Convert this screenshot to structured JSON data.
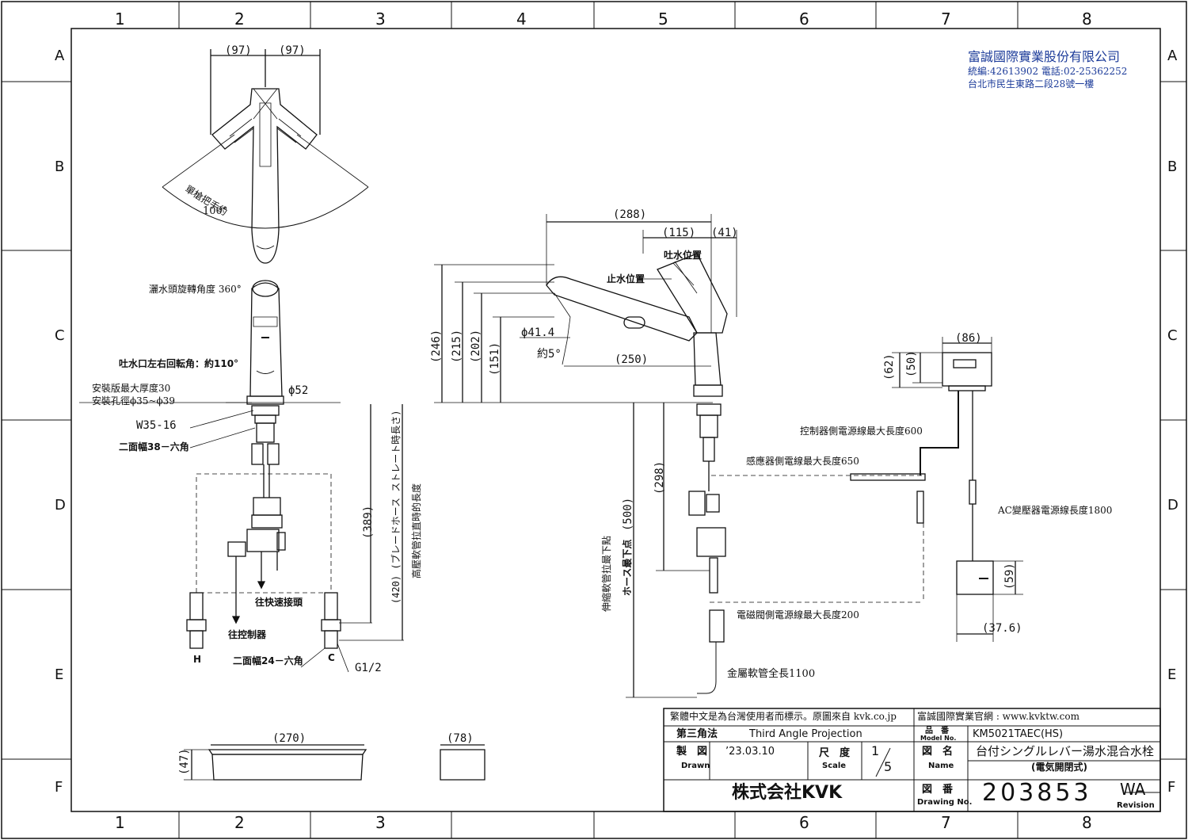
{
  "grid": {
    "columns": [
      "1",
      "2",
      "3",
      "4",
      "5",
      "6",
      "7",
      "8"
    ],
    "rows": [
      "A",
      "B",
      "C",
      "D",
      "E",
      "F"
    ]
  },
  "company": {
    "name": "富誠國際實業股份有限公司",
    "info": "統編:42613902 電話:02-25362252",
    "address": "台北市民生東路二段28號一樓"
  },
  "plan_view": {
    "dim_left": "(97)",
    "dim_right": "(97)",
    "handle_label": "單槍把手約",
    "handle_angle": "100°"
  },
  "front_view": {
    "spray_rotate": "灑水頭旋轉角度 360°",
    "spout_rotate": "吐水口左右回転角：約110°",
    "plate_thickness": "安裝版最大厚度30",
    "hole_diameter": "安裝孔徑ϕ35~ϕ39",
    "base_diameter": "ϕ52",
    "thread": "W35-16",
    "hex38": "二面幅38－六角",
    "to_quick": "往快速接頭",
    "to_controller": "往控制器",
    "hex24": "二面幅24－六角",
    "h_label": "H",
    "c_label": "C",
    "g_thread": "G1/2",
    "dim_389": "(389)",
    "dim_420": "(420) (ブレードホース ストレート時長さ)",
    "hose_len_cn": "高壓軟管拉直時的長度"
  },
  "side_view": {
    "dim_288": "(288)",
    "dim_115": "(115)",
    "dim_41": "(41)",
    "water_out_pos": "吐水位置",
    "water_stop_pos": "止水位置",
    "dim_246": "(246)",
    "dim_215": "(215)",
    "dim_202": "(202)",
    "dim_151": "(151)",
    "phi414": "ϕ41.4",
    "approx5": "約5°",
    "dim_250": "(250)",
    "dim_298": "(298)",
    "dim_500": "(500)",
    "hose_pull": "ホース最下点",
    "hose_pull_cn": "伸縮軟管拉最下點",
    "controller_cable": "控制器側電源線最大長度600",
    "sensor_cable": "感應器側電線最大長度650",
    "valve_cable": "電磁閥側電源線最大長度200",
    "metal_hose": "金屬軟管全長1100"
  },
  "controller": {
    "dim_86": "(86)",
    "dim_62": "(62)",
    "dim_50": "(50)",
    "ac_cable": "AC變壓器電源線長度1800",
    "dim_59": "(59)",
    "dim_376": "(37.6)"
  },
  "box": {
    "dim_270": "(270)",
    "dim_47": "(47)",
    "dim_78": "(78)"
  },
  "title_block": {
    "note": "繁體中文是為台灣使用者而標示。原圖來自 kvk.co.jp",
    "site": "富誠國際實業官網 : www.kvktw.com",
    "projection_jp": "第三角法",
    "projection_en": "Third Angle Projection",
    "drawn_jp": "製　図",
    "drawn_en": "Drawn",
    "date": "’23.03.10",
    "scale_jp": "尺　度",
    "scale_en": "Scale",
    "scale_num": "1",
    "scale_den": "5",
    "model_jp": "品　番",
    "model_en": "Model No.",
    "model_no": "KM5021TAEC(HS)",
    "name_jp": "図　名",
    "name_en": "Name",
    "product_name": "台付シングルレバー湯水混合水栓",
    "product_sub": "(電気開閉式)",
    "maker": "株式会社KVK",
    "drawing_jp": "図　番",
    "drawing_en": "Drawing No.",
    "drawing_no": "203853",
    "revision_code": "WA",
    "revision_en": "Revision"
  }
}
